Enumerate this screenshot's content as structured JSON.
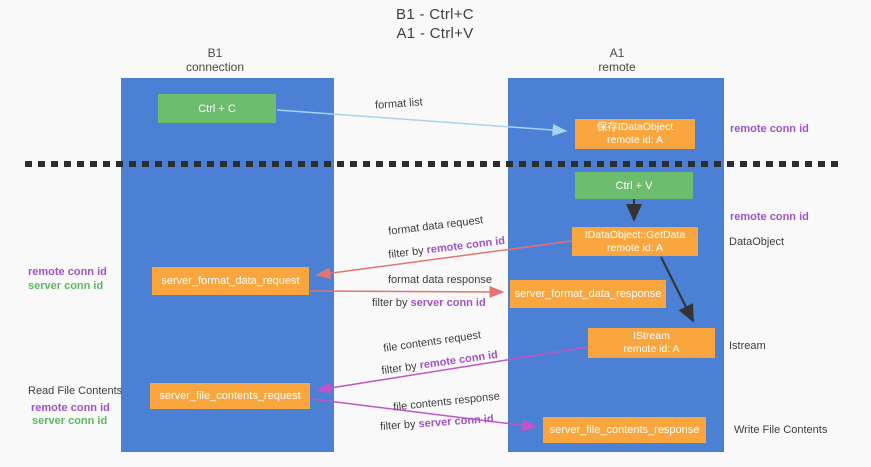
{
  "title": {
    "line1": "B1 - Ctrl+C",
    "line2": "A1 - Ctrl+V"
  },
  "lanes": {
    "b1": {
      "name": "B1",
      "subtitle": "connection"
    },
    "a1": {
      "name": "A1",
      "subtitle": "remote"
    }
  },
  "nodes": {
    "ctrl_c": {
      "label": "Ctrl + C"
    },
    "ctrl_v": {
      "label": "Ctrl + V"
    },
    "save_dataobject": {
      "line1": "保存IDataObject",
      "line2": "remote id: A"
    },
    "getdata": {
      "line1": "IDataObject::GetData",
      "line2": "remote id: A"
    },
    "istream": {
      "line1": "IStream",
      "line2": "remote id: A"
    },
    "server_format_data_request": {
      "label": "server_format_data_request"
    },
    "server_format_data_response": {
      "label": "server_format_data_response"
    },
    "server_file_contents_request": {
      "label": "server_file_contents_request"
    },
    "server_file_contents_response": {
      "label": "server_file_contents_response"
    }
  },
  "edges": {
    "format_list": {
      "label": "format list"
    },
    "format_data_request": {
      "label": "format data request",
      "filter_prefix": "filter by ",
      "filter_key": "remote conn id"
    },
    "format_data_response": {
      "label": "format data response",
      "filter_prefix": "filter by ",
      "filter_key": "server conn id"
    },
    "file_contents_request": {
      "label": "file contents request",
      "filter_prefix": "filter by ",
      "filter_key": "remote conn id"
    },
    "file_contents_response": {
      "label": "file contents response",
      "filter_prefix": "filter by ",
      "filter_key": "server conn id"
    }
  },
  "annotations": {
    "remote_conn_id_top_right": "remote conn id",
    "remote_conn_id_mid_right": "remote conn id",
    "dataobject": "DataObject",
    "istream": "Istream",
    "write_file_contents": "Write File Contents",
    "read_file_contents": "Read File Contents",
    "remote_conn_id_mid_left": "remote conn id",
    "server_conn_id_mid_left": "server conn id",
    "remote_conn_id_bottom_left": "remote conn id",
    "server_conn_id_bottom_left": "server conn id"
  },
  "colors": {
    "lane_blue": "#4b80d5",
    "node_green": "#6dbd6e",
    "node_orange": "#f8a63d",
    "arrow_light_blue": "#a6d3f2",
    "arrow_red": "#e57470",
    "arrow_magenta": "#c653c6",
    "arrow_black": "#333333",
    "text_purple": "#a052c8",
    "text_green": "#5cb860",
    "dashed_line": "#2d2d2d",
    "background": "#f9f9f9"
  }
}
